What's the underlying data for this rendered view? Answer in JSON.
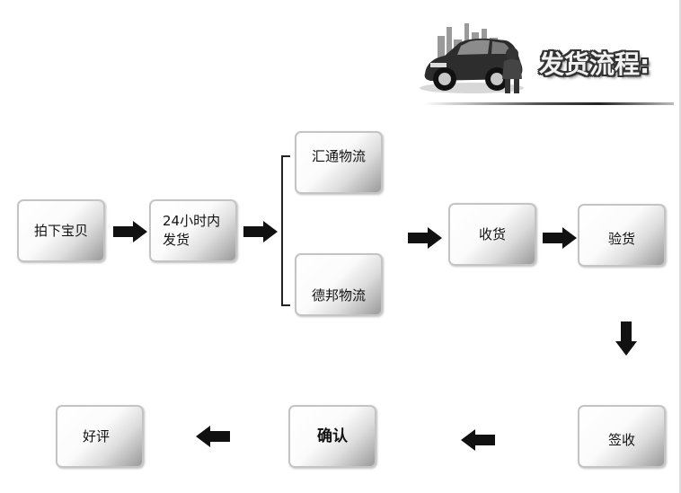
{
  "header": {
    "title": "发货流程:"
  },
  "steps": {
    "pai_xia_bao_bei": "拍下宝贝",
    "ship_24h_line1": "24小时内",
    "ship_24h_line2": "发货",
    "huitong": "汇通物流",
    "debang": "德邦物流",
    "shou_huo": "收货",
    "yan_huo": "验货",
    "qian_shou": "签收",
    "que_ren": "确认",
    "hao_ping": "好评"
  }
}
